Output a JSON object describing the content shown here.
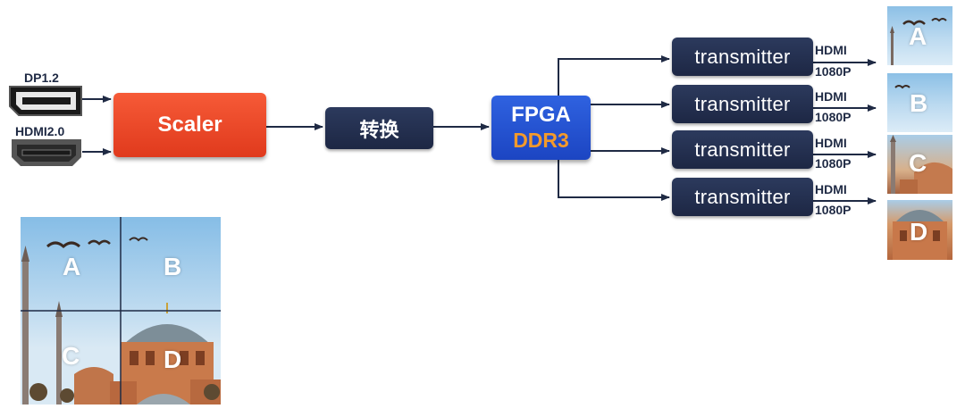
{
  "inputs": {
    "dp_label": "DP1.2",
    "hdmi_label": "HDMI2.0"
  },
  "blocks": {
    "scaler": "Scaler",
    "convert": "转换",
    "fpga_title": "FPGA",
    "fpga_memory": "DDR3"
  },
  "outputs": [
    {
      "block": "transmitter",
      "interface": "HDMI",
      "resolution": "1080P",
      "region": "A"
    },
    {
      "block": "transmitter",
      "interface": "HDMI",
      "resolution": "1080P",
      "region": "B"
    },
    {
      "block": "transmitter",
      "interface": "HDMI",
      "resolution": "1080P",
      "region": "C"
    },
    {
      "block": "transmitter",
      "interface": "HDMI",
      "resolution": "1080P",
      "region": "D"
    }
  ],
  "source_image": {
    "quadrants": [
      "A",
      "B",
      "C",
      "D"
    ]
  },
  "colors": {
    "scaler": "#e84425",
    "dark_block": "#22304f",
    "fpga": "#2352d0",
    "ddr_accent": "#f39a2b",
    "wire": "#1f2a44"
  }
}
